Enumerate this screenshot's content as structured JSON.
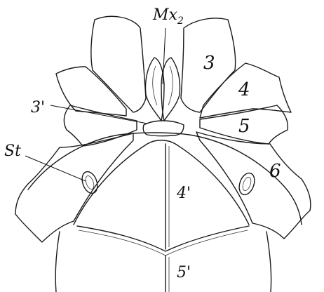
{
  "figure": {
    "labels": {
      "mx2": "Mx",
      "mx2_sub": "2",
      "seg3": "3",
      "seg4": "4",
      "seg5": "5",
      "seg6": "6",
      "seg3p": "3'",
      "st": "St",
      "seg4p": "4'",
      "seg5p": "5'"
    }
  }
}
